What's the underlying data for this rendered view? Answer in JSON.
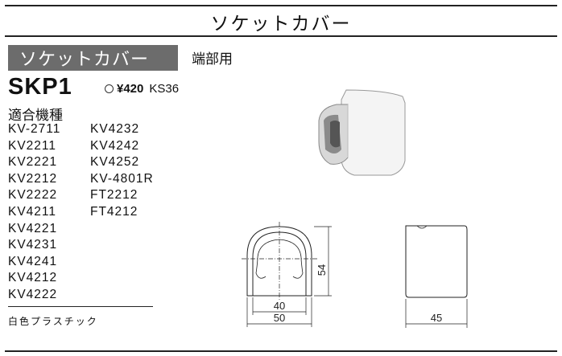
{
  "header": {
    "title": "ソケットカバー"
  },
  "badge": {
    "label": "ソケットカバー"
  },
  "subtitle": "端部用",
  "product": {
    "code": "SKP1",
    "price": "¥420",
    "pack_code": "KS36"
  },
  "compat": {
    "label": "適合機種",
    "col1": [
      "KV-2711",
      "KV2211",
      "KV2221",
      "KV2212",
      "KV2222",
      "KV4211",
      "KV4221",
      "KV4231",
      "KV4241",
      "KV4212",
      "KV4222"
    ],
    "col2": [
      "KV4232",
      "KV4242",
      "KV4252",
      "KV-4801R",
      "FT2212",
      "FT4212"
    ]
  },
  "material": "白色プラスチック",
  "dimensions": {
    "height": "54",
    "inner_width": "40",
    "outer_width": "50",
    "depth": "45"
  }
}
